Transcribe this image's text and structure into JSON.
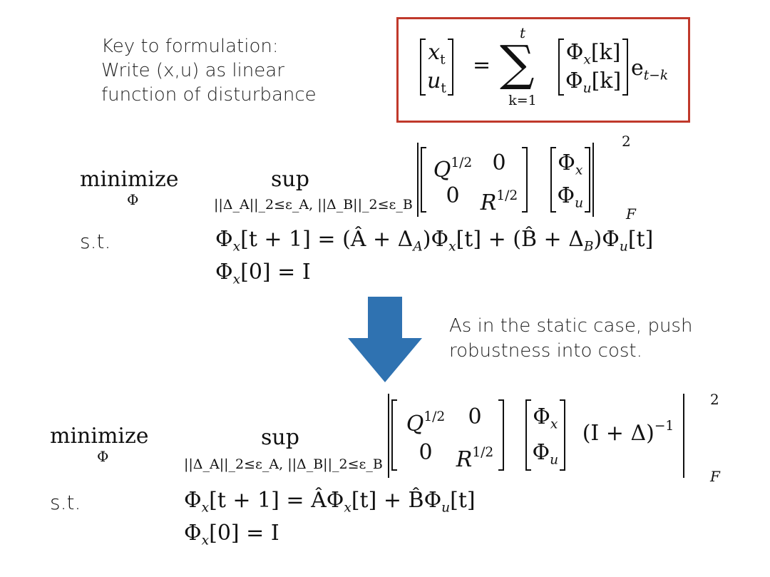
{
  "key_note": {
    "line1": "Key to formulation:",
    "line2": "Write (x,u) as linear",
    "line3": "function of disturbance"
  },
  "boxed_equation": {
    "lhs_top": "x",
    "lhs_top_sub": "t",
    "lhs_bottom": "u",
    "lhs_bottom_sub": "t",
    "equals": "=",
    "sum_upper": "t",
    "sum_lower": "k=1",
    "rhs_top": "Φ",
    "rhs_top_sub": "x",
    "rhs_top_arg": "[k]",
    "rhs_bottom": "Φ",
    "rhs_bottom_sub": "u",
    "rhs_bottom_arg": "[k]",
    "noise": "e",
    "noise_sub": "t−k"
  },
  "problem1": {
    "minimize": "minimize",
    "under": "Φ",
    "sup": "sup",
    "sup_sub": "||Δ_A||_2≤ε_A, ||Δ_B||_2≤ε_B",
    "q": "Q",
    "half": "1/2",
    "zero": "0",
    "r": "R",
    "phi_x": "Φ",
    "x_sub": "x",
    "phi_u": "Φ",
    "u_sub": "u",
    "sq": "2",
    "frob": "F",
    "st": "s.t.",
    "c1": "Φ",
    "c1_sub": "x",
    "c1_rest": "[t + 1] = (Â + Δ",
    "c1_a": "A",
    "c1_mid": ")Φ",
    "c1_mid_sub": "x",
    "c1_mid2": "[t] + (B̂ + Δ",
    "c1_b": "B",
    "c1_end": ")Φ",
    "c1_end_sub": "u",
    "c1_tail": "[t]",
    "c2": "Φ",
    "c2_sub": "x",
    "c2_rest": "[0] = I"
  },
  "caption": {
    "line1": "As in the static case, push",
    "line2": "robustness into cost."
  },
  "problem2": {
    "minimize": "minimize",
    "under": "Φ",
    "sup": "sup",
    "q": "Q",
    "half": "1/2",
    "zero": "0",
    "r": "R",
    "phi_x": "Φ",
    "x_sub": "x",
    "phi_u": "Φ",
    "u_sub": "u",
    "inv": "(I + Δ)",
    "inv_sup": "−1",
    "sq": "2",
    "frob": "F",
    "st": "s.t.",
    "c1": "Φ",
    "c1_sub": "x",
    "c1_rest": "[t + 1] = ÂΦ",
    "c1_mid_sub": "x",
    "c1_mid": "[t] + B̂Φ",
    "c1_end_sub": "u",
    "c1_tail": "[t]",
    "c2": "Φ",
    "c2_sub": "x",
    "c2_rest": "[0] = I"
  },
  "colors": {
    "box_border": "#c0392b",
    "arrow": "#2f72b1"
  }
}
